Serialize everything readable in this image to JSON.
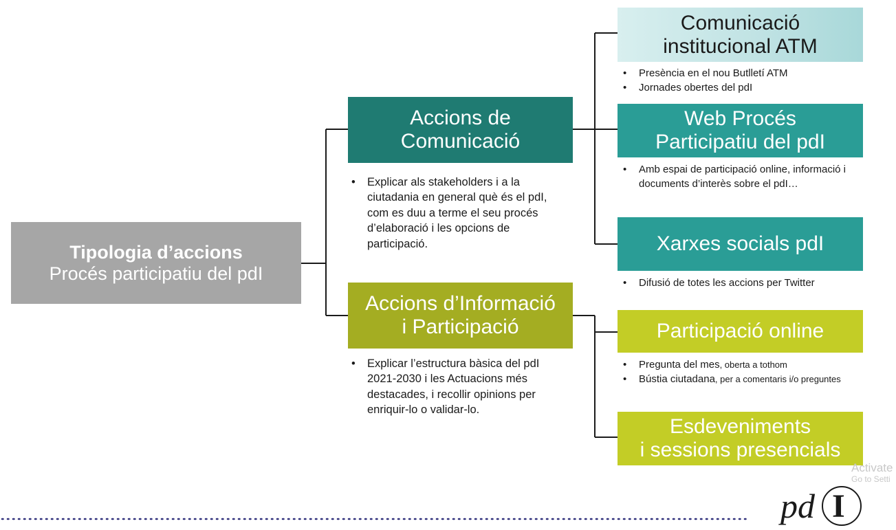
{
  "root": {
    "line1": "Tipologia d’accions",
    "line2": "Procés participatiu del pdI"
  },
  "comunicacio": {
    "title": "Accions de\nComunicació",
    "bullets": [
      "Explicar als stakeholders i a la ciutadania en general què és el pdI, com es duu a terme el seu procés d’elaboració i les opcions de participació."
    ]
  },
  "informacio": {
    "title": "Accions d’Informació\ni Participació",
    "bullets": [
      "Explicar l’estructura bàsica del pdI 2021-2030 i les Actuacions més destacades, i recollir opinions per enriquir-lo o validar-lo."
    ]
  },
  "institucional": {
    "title": "Comunicació\ninstitucional ATM",
    "bullets": [
      "Presència en el nou Butlletí ATM",
      "Jornades obertes del pdI"
    ]
  },
  "web": {
    "title": "Web Procés\nParticipatiu del pdI",
    "bullets": [
      "Amb espai de participació online, informació i documents d’interès sobre el pdI…"
    ]
  },
  "xarxes": {
    "title": "Xarxes socials pdI",
    "bullets": [
      "Difusió de totes les accions per Twitter"
    ]
  },
  "online": {
    "title": "Participació online",
    "bullets": [
      {
        "main": "Pregunta del mes",
        "detail": ", oberta a tothom"
      },
      {
        "main": "Bústia ciutadana",
        "detail": ", per a comentaris i/o preguntes"
      }
    ]
  },
  "esdeveniments": {
    "title": "Esdeveniments\ni sessions presencials"
  },
  "logo": {
    "text": "pd",
    "letter": "I"
  },
  "watermark": {
    "line1": "Activate",
    "line2": "Go to Setti"
  },
  "colors": {
    "root": "#a6a6a6",
    "teal_dark": "#1f7b72",
    "teal_light": "#bfe2e3",
    "teal_mid": "#2a9d96",
    "olive": "#a4ad22",
    "lime": "#c3cd26",
    "connector": "#1a1a1a",
    "dots": "#2e2e7a"
  }
}
